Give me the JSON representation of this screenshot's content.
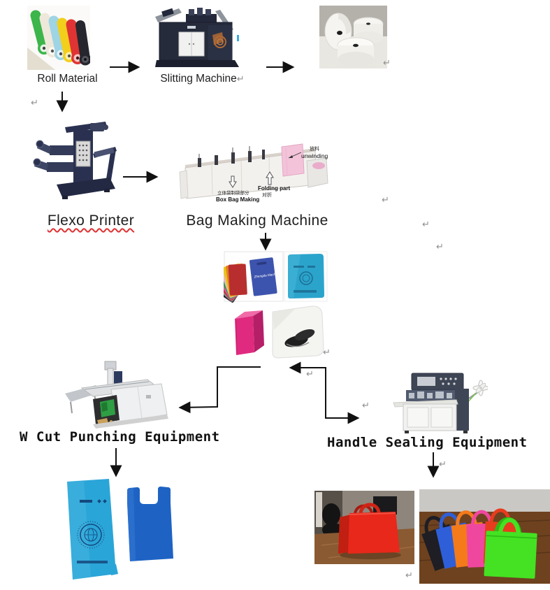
{
  "labels": {
    "roll_material": "Roll Material",
    "slitting_machine": "Slitting Machine",
    "flexo_printer": "Flexo Printer",
    "bag_making_machine": "Bag Making Machine",
    "w_cut_punching": "W Cut Punching Equipment",
    "handle_sealing": "Handle Sealing Equipment"
  },
  "annotations": {
    "unwinding_cn": "放料",
    "unwinding_en": "unwinding",
    "box_bag_cn": "立体袋制袋部分",
    "box_bag_en": "Box Bag Making",
    "folding_en": "Folding part",
    "folding_cn": "对折",
    "bag_print": "Zhengda Machinery"
  },
  "marks": {
    "pilcrow": "↵"
  },
  "colors": {
    "arrow": "#111111",
    "label_text": "#1e1e1e",
    "spellcheck_underline": "#e03131",
    "machine_navy": "#2a3150",
    "roll_colors": [
      "#3cb54a",
      "#eee8da",
      "#9fd4e4",
      "#f2cf1a",
      "#e03434",
      "#26262e"
    ],
    "fan_bag_colors": [
      "#23232b",
      "#8b8b8b",
      "#c23434",
      "#e0559e",
      "#2f9e44",
      "#e8b8c8",
      "#e6c619",
      "#e67e22",
      "#b82e2e"
    ],
    "front_fan_bag": "#3d54ae",
    "blue_sample_bag": "#2ba4cc",
    "pink_box_bag": "#e02a80",
    "wcut_bag_light": "#2aa5d8",
    "wcut_bag_dark": "#1e63c4",
    "red_handle_bag": "#e8281a",
    "handle_bag_colors": [
      "#1e1e24",
      "#2f5fd8",
      "#f57a1a",
      "#f0479e",
      "#e83c1e",
      "#44e222"
    ]
  }
}
